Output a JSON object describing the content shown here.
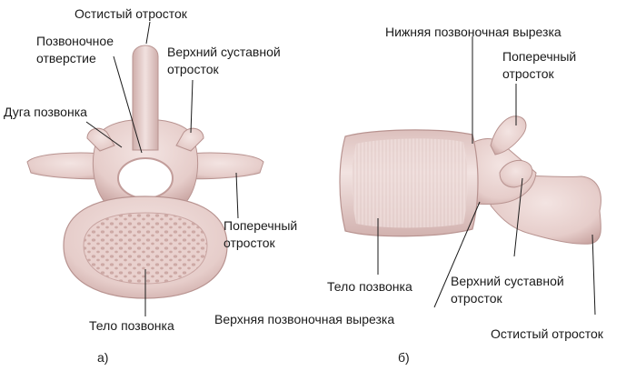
{
  "figure_a": {
    "caption": "а)",
    "labels": {
      "spinous": "Остистый отросток",
      "foramen_line1": "Позвоночное",
      "foramen_line2": "отверстие",
      "superior_articular_line1": "Верхний суставной",
      "superior_articular_line2": "отросток",
      "arch": "Дуга позвонка",
      "transverse_line1": "Поперечный",
      "transverse_line2": "отросток",
      "body": "Тело позвонка"
    }
  },
  "figure_b": {
    "caption": "б)",
    "labels": {
      "inferior_notch": "Нижняя позвоночная вырезка",
      "transverse_line1": "Поперечный",
      "transverse_line2": "отросток",
      "body": "Тело позвонка",
      "superior_articular_line1": "Верхний суставной",
      "superior_articular_line2": "отросток",
      "superior_notch": "Верхняя позвоночная вырезка",
      "spinous": "Остистый отросток"
    }
  },
  "colors": {
    "bone": "#e9d3d1",
    "bone_shadow": "#c9a7a4",
    "bone_edge": "#b48e8b",
    "cancellous": "#d8b8b5",
    "leader": "#1a1a1a"
  }
}
